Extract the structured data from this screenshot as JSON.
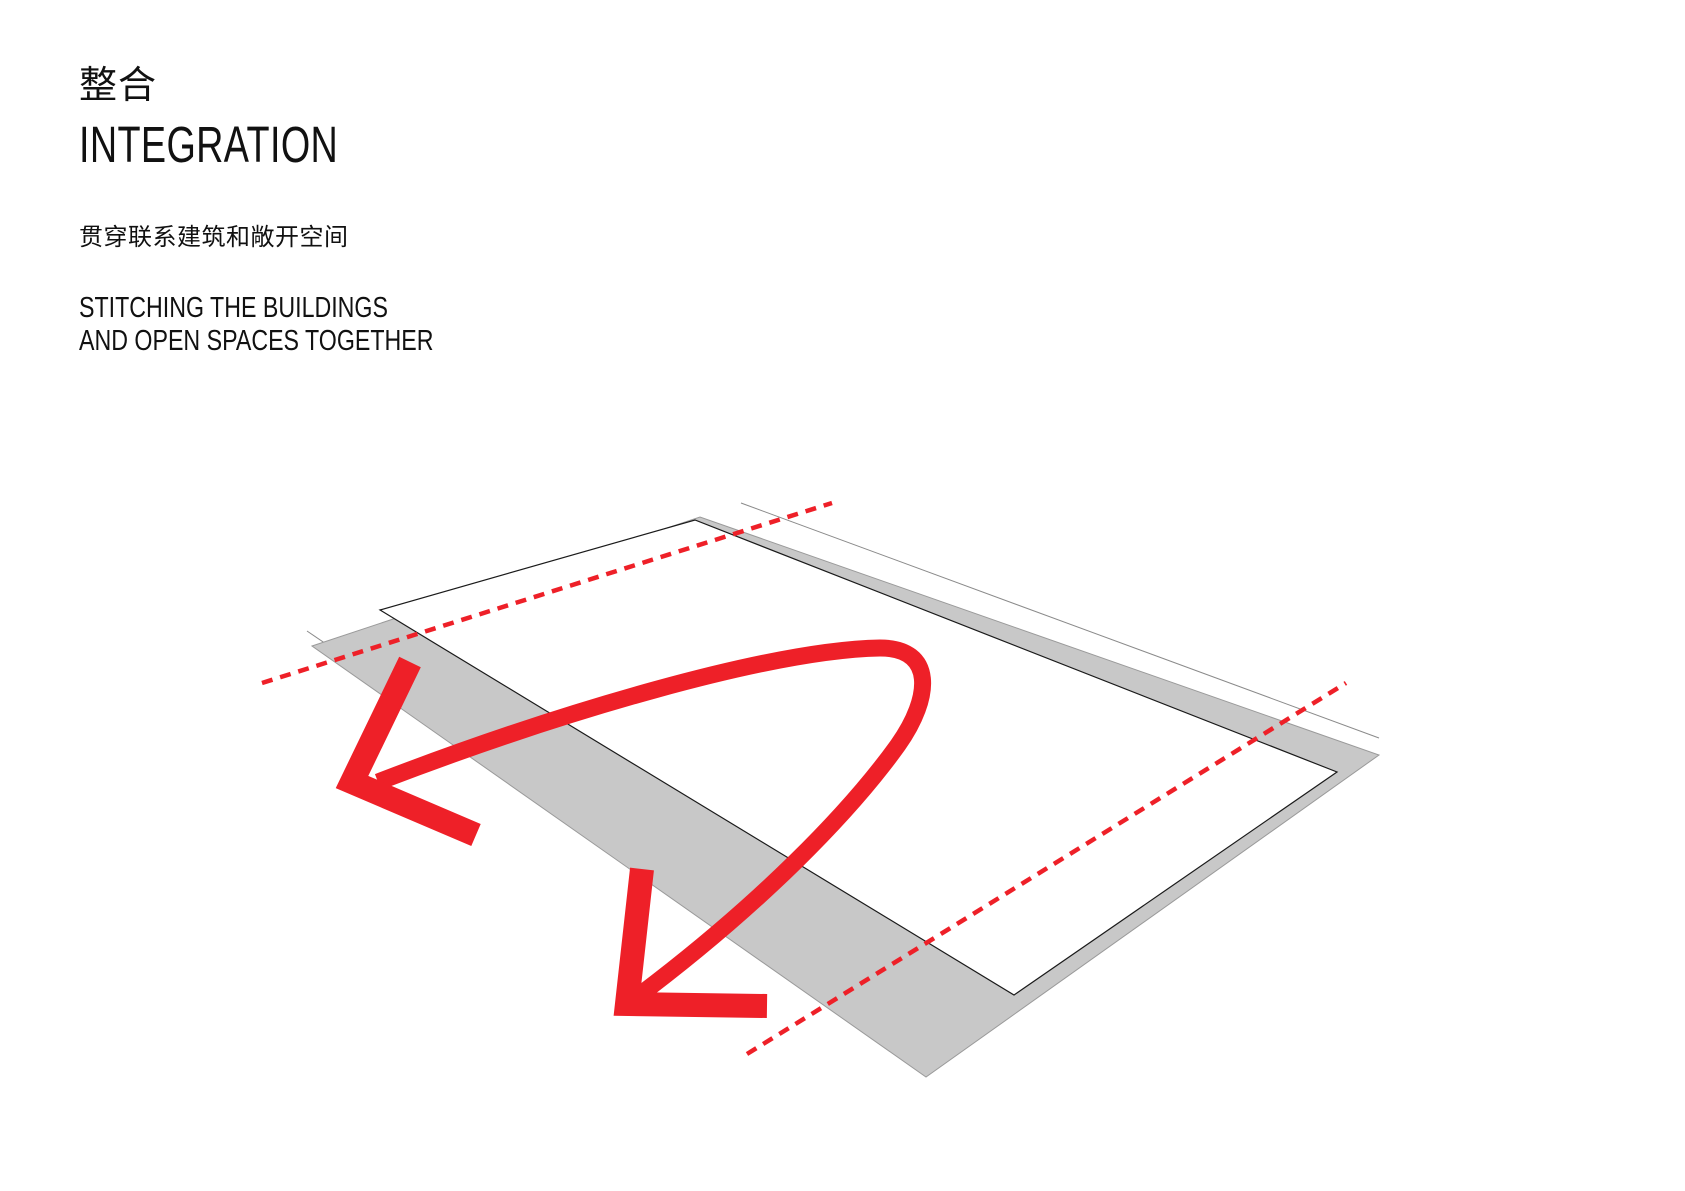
{
  "header": {
    "title_cn": "整合",
    "title_en": "INTEGRATION",
    "subtitle_cn": "贯穿联系建筑和敞开空间",
    "subtitle_en_lines": [
      "STITCHING THE BUILDINGS",
      "AND OPEN SPACES TOGETHER"
    ]
  },
  "colors": {
    "accent_red": "#EE2028",
    "slab_grey": "#C8C8C8",
    "outline": "#1A1A1A",
    "thin_line": "#8A8A8A",
    "background": "#FFFFFF"
  }
}
